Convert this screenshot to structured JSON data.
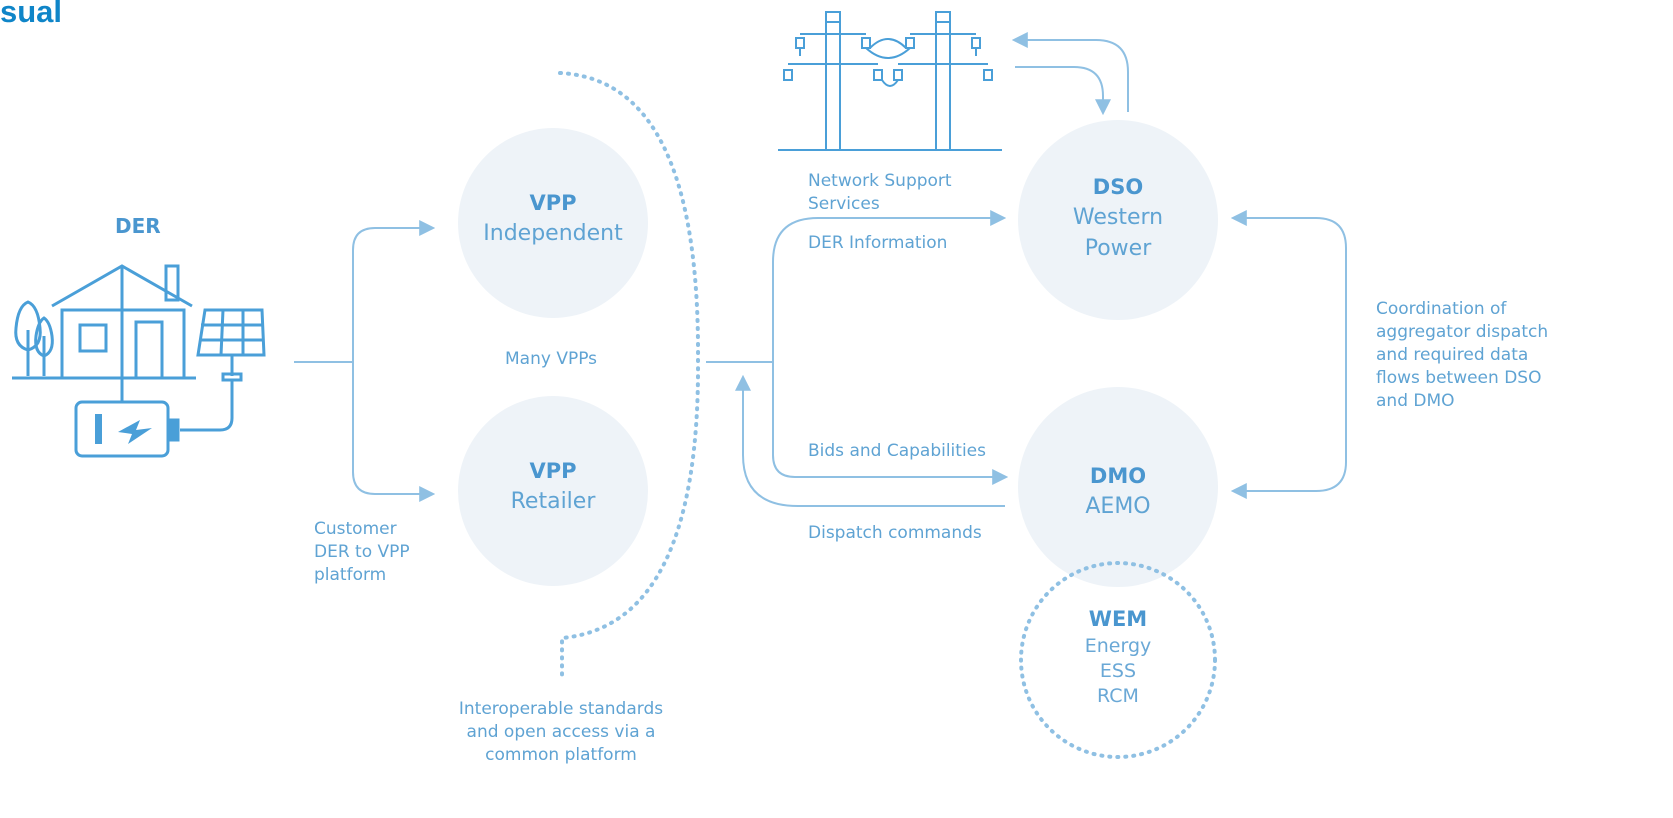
{
  "heading": "sual",
  "der": {
    "label": "DER"
  },
  "nodes": {
    "vpp_independent": {
      "title": "VPP",
      "sub": "Independent"
    },
    "vpp_retailer": {
      "title": "VPP",
      "sub": "Retailer"
    },
    "dso": {
      "title": "DSO",
      "line1": "Western",
      "line2": "Power"
    },
    "dmo": {
      "title": "DMO",
      "sub": "AEMO"
    },
    "wem": {
      "title": "WEM",
      "items": [
        "Energy",
        "ESS",
        "RCM"
      ]
    }
  },
  "labels": {
    "many_vpps": "Many VPPs",
    "customer": [
      "Customer",
      "DER to VPP",
      "platform"
    ],
    "interoperable": [
      "Interoperable standards",
      "and open access via a",
      "common platform"
    ],
    "network_support": [
      "Network Support",
      "Services"
    ],
    "der_information": "DER Information",
    "bids": "Bids and Capabilities",
    "dispatch": "Dispatch commands",
    "coordination": [
      "Coordination of",
      "aggregator dispatch",
      "and required data",
      "flows between DSO",
      "and DMO"
    ]
  },
  "colors": {
    "heading": "#0f85c8",
    "line": "#8fc0e3",
    "circle": "#eef3f8",
    "icon": "#4a9fd8"
  },
  "icons": [
    "house-icon",
    "tree-icon",
    "solar-panel-icon",
    "battery-icon",
    "power-pole-icon"
  ]
}
